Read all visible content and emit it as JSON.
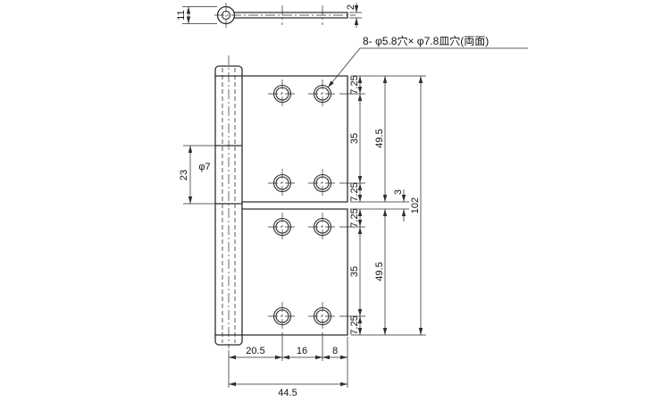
{
  "drawing_title": "hinge-dimension-drawing",
  "annotation": {
    "hole_note": "8- φ5.8穴× φ7.8皿穴(両面)"
  },
  "top_view": {
    "barrel_diameter": "11",
    "leaf_thickness": "2"
  },
  "left_dims": {
    "knuckle_length": "23",
    "pin_hole_diameter": "φ7"
  },
  "right_dims": {
    "chain": [
      "7.25",
      "35",
      "7.25",
      "7.25",
      "35",
      "7.25"
    ],
    "leaf_heights": [
      "49.5",
      "49.5"
    ],
    "center_gap": "3",
    "total_height": "102"
  },
  "bottom_dims": {
    "chain": [
      "20.5",
      "16",
      "8"
    ],
    "total_width": "44.5"
  }
}
